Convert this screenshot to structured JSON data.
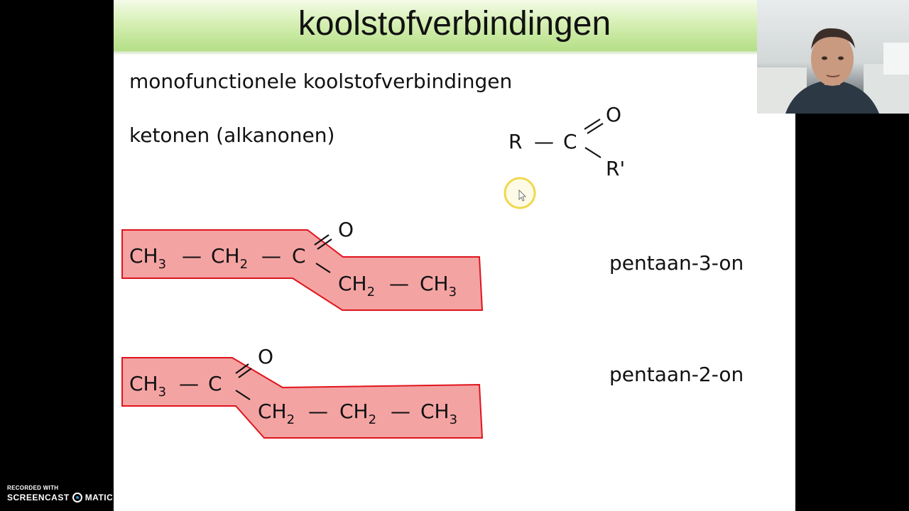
{
  "slide": {
    "title": "koolstofverbindingen",
    "subtitle": "monofunctionele koolstofverbindingen",
    "section": "ketonen (alkanonen)"
  },
  "general_formula": {
    "R": "R",
    "dash": "—",
    "C": "C",
    "O": "O",
    "R_prime": "R'"
  },
  "molecules": [
    {
      "name": "pentaan-3-on",
      "O": "O",
      "top_row": [
        "CH",
        "3",
        "—",
        "CH",
        "2",
        "—",
        "C"
      ],
      "bottom_row": [
        "CH",
        "2",
        "—",
        "CH",
        "3"
      ]
    },
    {
      "name": "pentaan-2-on",
      "O": "O",
      "top_row": [
        "CH",
        "3",
        "—",
        "C"
      ],
      "bottom_row": [
        "CH",
        "2",
        "—",
        "CH",
        "2",
        "—",
        "CH",
        "3"
      ]
    }
  ],
  "colors": {
    "highlight_fill": "#f4a3a3",
    "highlight_stroke": "#e0141c",
    "title_gradient_top": "#f4fbe8",
    "title_gradient_bottom": "#b4df86",
    "cursor_ring": "#f0d850"
  },
  "recorder": {
    "small_label": "RECORDED WITH",
    "brand_left": "SCREENCAST",
    "brand_right": "MATIC"
  }
}
